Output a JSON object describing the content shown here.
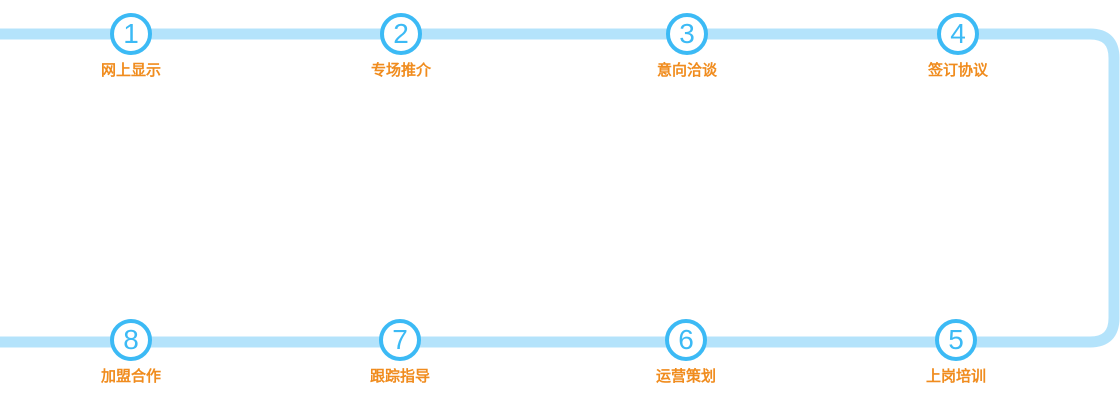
{
  "colors": {
    "track": "#b4e3fb",
    "circle": "#3cbaf5",
    "label": "#f08c1e",
    "background": "#ffffff"
  },
  "steps": [
    {
      "number": "1",
      "label": "网上显示"
    },
    {
      "number": "2",
      "label": "专场推介"
    },
    {
      "number": "3",
      "label": "意向洽谈"
    },
    {
      "number": "4",
      "label": "签订协议"
    },
    {
      "number": "5",
      "label": "上岗培训"
    },
    {
      "number": "6",
      "label": "运营策划"
    },
    {
      "number": "7",
      "label": "跟踪指导"
    },
    {
      "number": "8",
      "label": "加盟合作"
    }
  ]
}
